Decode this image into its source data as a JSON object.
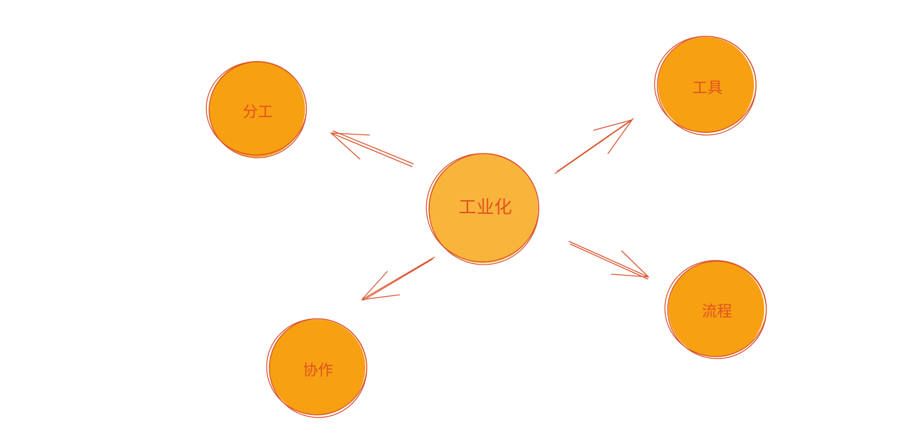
{
  "diagram": {
    "center": {
      "label": "工业化",
      "color": "#f9b43c"
    },
    "nodes": [
      {
        "id": "fengong",
        "label": "分工"
      },
      {
        "id": "gongju",
        "label": "工具"
      },
      {
        "id": "xiezuo",
        "label": "协作"
      },
      {
        "id": "liucheng",
        "label": "流程"
      }
    ],
    "node_color": "#f7a012",
    "outline_color": "#d9502a",
    "text_color": "#e0531f"
  }
}
